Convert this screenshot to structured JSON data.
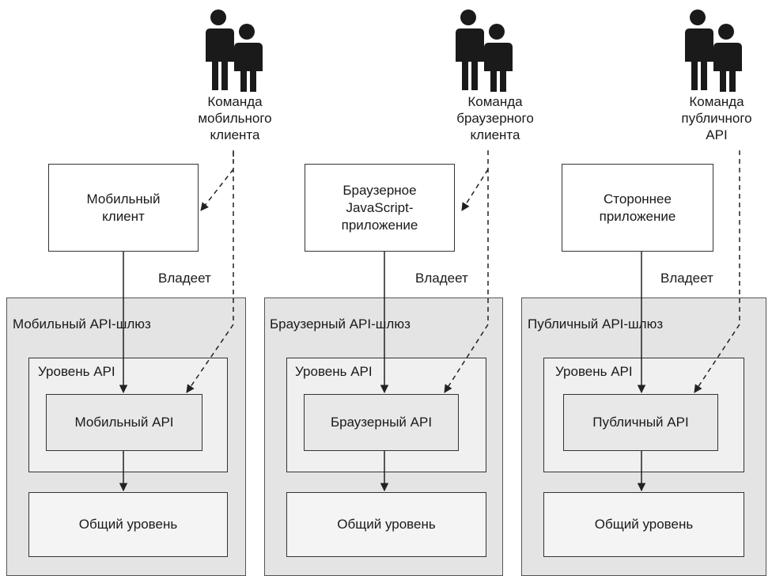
{
  "columns": [
    {
      "team_lines": [
        "Команда",
        "мобильного",
        "клиента"
      ],
      "client_lines": [
        "Мобильный",
        "клиент"
      ],
      "owns": "Владеет",
      "gateway": "Мобильный API-шлюз",
      "layer": "Уровень API",
      "api": "Мобильный API",
      "common": "Общий уровень"
    },
    {
      "team_lines": [
        "Команда",
        "браузерного",
        "клиента"
      ],
      "client_lines": [
        "Браузерное",
        "JavaScript-",
        "приложение"
      ],
      "owns": "Владеет",
      "gateway": "Браузерный API-шлюз",
      "layer": "Уровень API",
      "api": "Браузерный API",
      "common": "Общий уровень"
    },
    {
      "team_lines": [
        "Команда",
        "публичного",
        "API"
      ],
      "client_lines": [
        "Стороннее",
        "приложение"
      ],
      "owns": "Владеет",
      "gateway": "Публичный API-шлюз",
      "layer": "Уровень API",
      "api": "Публичный API",
      "common": "Общий уровень"
    }
  ],
  "icons": [
    "people-icon"
  ],
  "colors": {
    "gateway_fill": "#e4e4e4",
    "line": "#333333"
  }
}
